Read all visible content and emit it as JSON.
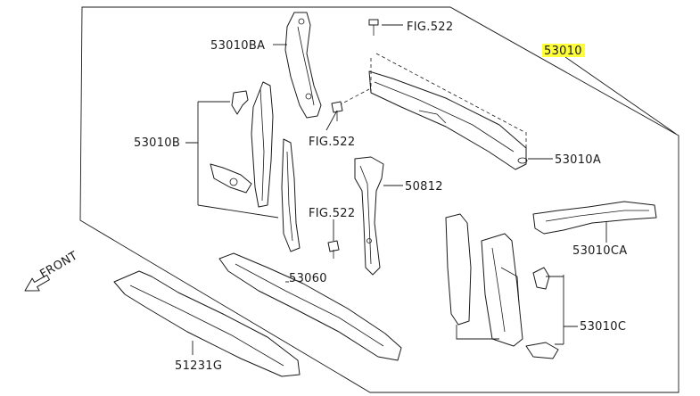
{
  "labels": {
    "assembly": "53010",
    "ba": "53010BA",
    "b": "53010B",
    "a": "53010A",
    "ca": "53010CA",
    "c": "53010C",
    "p50812": "50812",
    "p53060": "53060",
    "p51231g": "51231G",
    "fig_top": "FIG.522",
    "fig_mid": "FIG.522",
    "fig_low": "FIG.522",
    "front": "FRONT"
  },
  "colors": {
    "highlight": "#ffff3a",
    "line": "#1a1a1a"
  }
}
